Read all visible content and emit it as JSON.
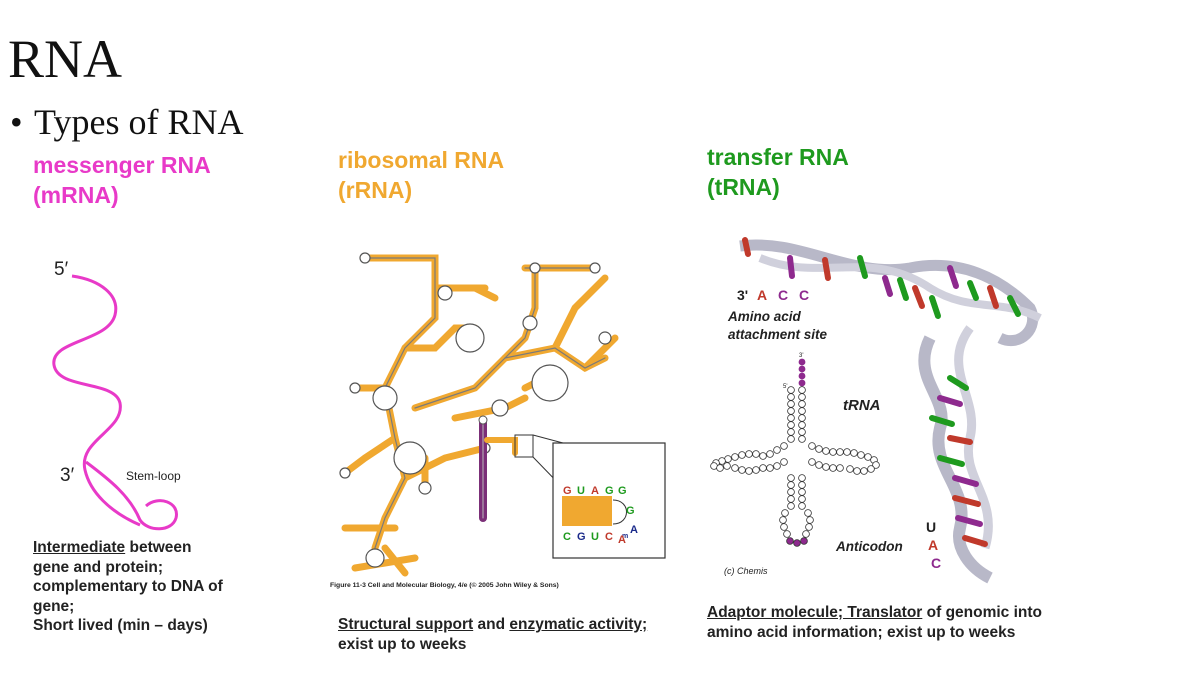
{
  "slide": {
    "title": "RNA",
    "bullet": "Types of RNA"
  },
  "mrna": {
    "heading_line1": "messenger RNA",
    "heading_line2": "(mRNA)",
    "color": "#e83ac8",
    "label_5prime": "5′",
    "label_3prime": "3′",
    "stem_loop_label": "Stem-loop",
    "desc": {
      "underlined": "Intermediate",
      "line1_rest": " between",
      "line2": "gene and protein;",
      "line3": "complementary to DNA of",
      "line4": "gene;",
      "line5": "Short lived (min – days)"
    }
  },
  "rrna": {
    "heading_line1": "ribosomal RNA",
    "heading_line2": "(rRNA)",
    "color": "#f0a830",
    "inset_top": [
      "G",
      "U",
      "A",
      "G",
      "G"
    ],
    "inset_bottom": [
      "C",
      "G",
      "U",
      "C",
      "A"
    ],
    "inset_loop_g": "G",
    "inset_loop_a": "A",
    "inset_m": "m",
    "caption": "Figure 11-3  Cell and Molecular Biology, 4/e (© 2005 John Wiley & Sons)",
    "desc": {
      "underlined1": "Structural support",
      "middle": " and ",
      "underlined2": "enzymatic activity;",
      "line2": "exist up to weeks"
    }
  },
  "trna": {
    "heading_line1": "transfer RNA",
    "heading_line2": "(tRNA)",
    "color": "#1e9a1e",
    "label_3prime": "3'",
    "acc": [
      "A",
      "C",
      "C"
    ],
    "amino_line1": "Amino acid",
    "amino_line2": "attachment site",
    "center_label": "tRNA",
    "anticodon_label": "Anticodon",
    "anticodon_letters": [
      "U",
      "A",
      "C"
    ],
    "credit": "(c) Chemis",
    "small_3prime": "3'",
    "small_5prime": "5'",
    "desc": {
      "underlined1": "Adaptor molecule; Translator",
      "line1_rest": " of genomic into",
      "line2": "amino acid information; exist up to weeks"
    }
  }
}
